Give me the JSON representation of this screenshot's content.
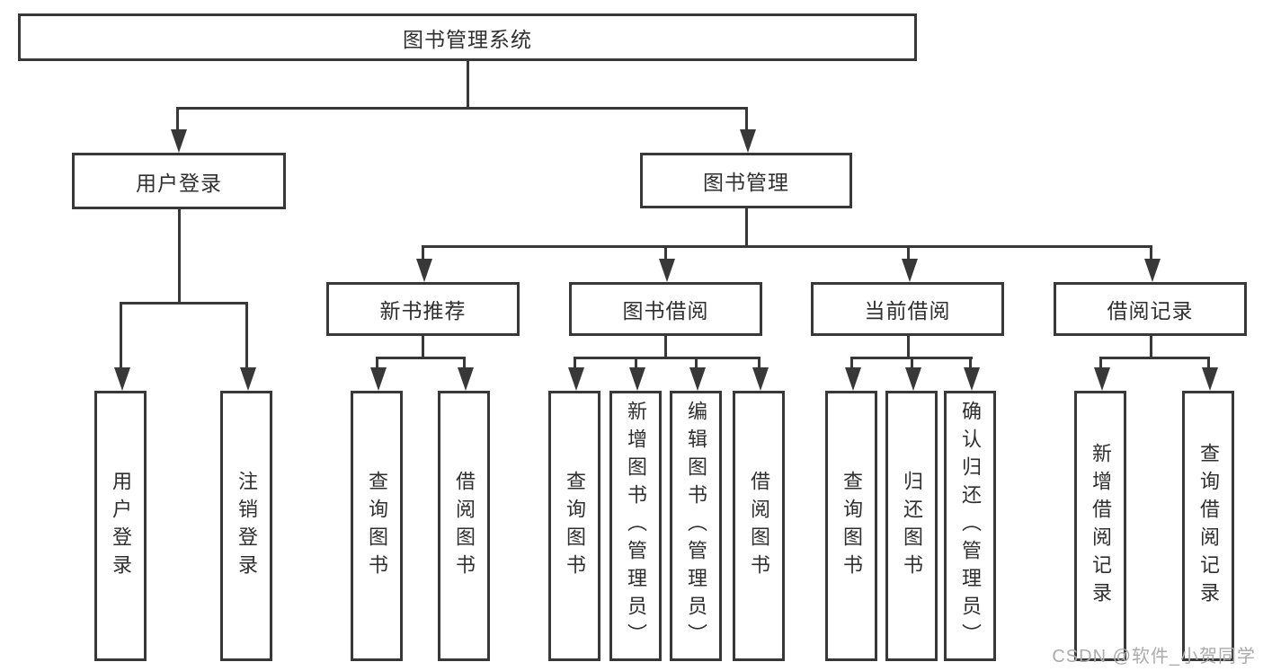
{
  "diagram": {
    "tree": {
      "root": {
        "label": "图书管理系统"
      },
      "children": [
        {
          "label": "用户登录",
          "leaves": [
            "用户登录",
            "注销登录"
          ]
        },
        {
          "label": "图书管理",
          "children": [
            {
              "label": "新书推荐",
              "leaves": [
                "查询图书",
                "借阅图书"
              ]
            },
            {
              "label": "图书借阅",
              "leaves": [
                "查询图书",
                "新增图书（管理员）",
                "编辑图书（管理员）",
                "借阅图书"
              ]
            },
            {
              "label": "当前借阅",
              "leaves": [
                "查询图书",
                "归还图书",
                "确认归还（管理员）"
              ]
            },
            {
              "label": "借阅记录",
              "leaves": [
                "新增借阅记录",
                "查询借阅记录"
              ]
            }
          ]
        }
      ]
    }
  },
  "watermark": {
    "text": "CSDN @软件_小贺同学"
  },
  "colors": {
    "line": "#383838",
    "text": "#2f2f2f",
    "background": "#ffffff",
    "watermark": "#ababab"
  }
}
